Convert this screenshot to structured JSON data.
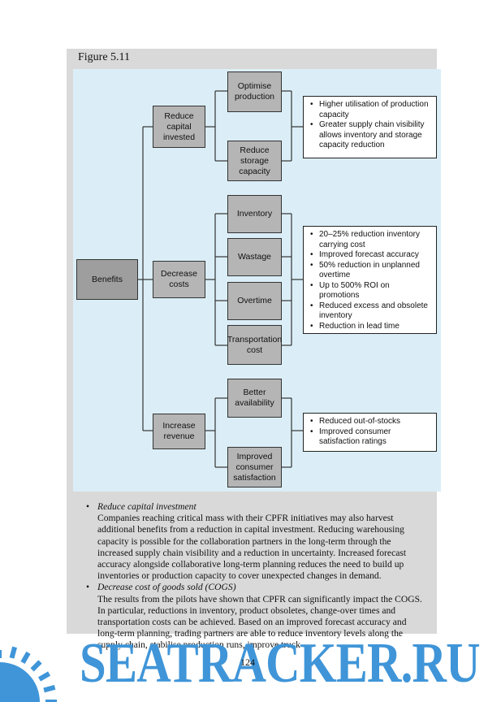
{
  "figure": {
    "title": "Figure 5.11"
  },
  "diagram": {
    "root": "Benefits",
    "categories": [
      {
        "label": "Reduce\ncapital\ninvested",
        "children": [
          "Optimise\nproduction",
          "Reduce\nstorage\ncapacity"
        ],
        "bullets": [
          "Higher utilisation of production capacity",
          "Greater supply chain visibility allows inventory and storage capacity reduction"
        ]
      },
      {
        "label": "Decrease\ncosts",
        "children": [
          "Inventory",
          "Wastage",
          "Overtime",
          "Transportation\ncost"
        ],
        "bullets": [
          "20–25% reduction inventory carrying cost",
          "Improved forecast accuracy",
          "50% reduction in unplanned overtime",
          "Up to 500% ROI on promotions",
          "Reduced excess and obsolete inventory",
          "Reduction in lead time"
        ]
      },
      {
        "label": "Increase\nrevenue",
        "children": [
          "Better\navailability",
          "Improved\nconsumer\nsatisfaction"
        ],
        "bullets": [
          "Reduced out-of-stocks",
          "Improved consumer satisfaction ratings"
        ]
      }
    ]
  },
  "body": {
    "sections": [
      {
        "heading": "Reduce capital investment",
        "text": "Companies reaching critical mass with their CPFR initiatives may also harvest additional benefits from a reduction in capital investment. Reducing warehousing capacity is possible for the collaboration partners in the long-term through the increased supply chain visibility and a reduction in uncertainty. Increased forecast accuracy alongside collaborative long-term planning reduces the need to build up inventories or production capacity to cover unexpected changes in demand."
      },
      {
        "heading": "Decrease cost of goods sold (COGS)",
        "text": "The results from the pilots have shown that CPFR can significantly impact the COGS. In particular, reductions in inventory, product obsoletes, change-over times and transportation costs can be achieved. Based on an improved forecast accuracy and long-term planning, trading partners are able to reduce inventory levels along the supply chain, stabilise production runs, improve truck"
      }
    ]
  },
  "page_number": "124",
  "watermark": {
    "text": "SEATRACKER.RU",
    "color": "#3f95d8"
  }
}
